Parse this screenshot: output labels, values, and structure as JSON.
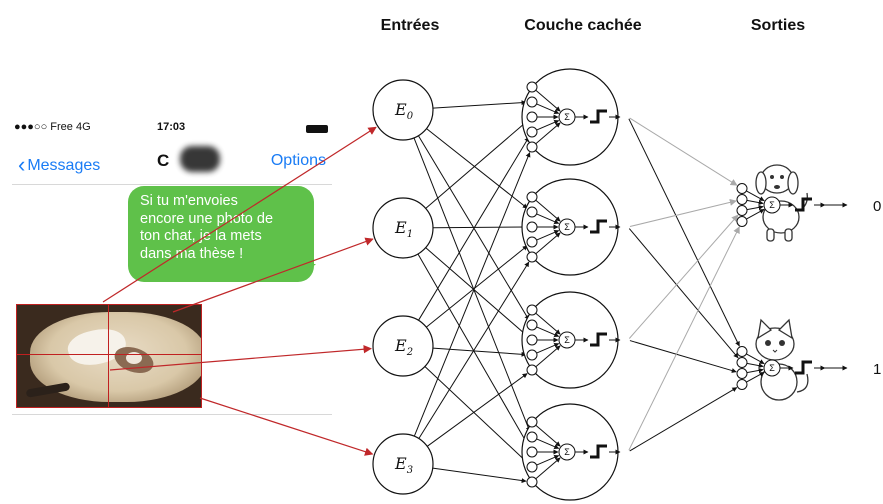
{
  "headers": {
    "inputs": "Entrées",
    "hidden": "Couche cachée",
    "outputs": "Sorties"
  },
  "phone": {
    "carrier": "●●●○○ Free  4G",
    "time": "17:03",
    "back_label": "Messages",
    "contact_name": "C",
    "options_label": "Options",
    "message_lines": [
      "Si tu m'envoies",
      "encore une photo de",
      "ton chat, je la mets",
      "dans ma thèse !"
    ]
  },
  "network": {
    "inputs": [
      {
        "base": "E",
        "index": "0"
      },
      {
        "base": "E",
        "index": "1"
      },
      {
        "base": "E",
        "index": "2"
      },
      {
        "base": "E",
        "index": "3"
      }
    ],
    "hidden_neurons": 4,
    "sum_symbol": "Σ",
    "outputs": [
      {
        "picture": "dog",
        "value": "0"
      },
      {
        "picture": "cat",
        "value": "1"
      }
    ]
  },
  "colors": {
    "arrow_red": "#c0282a",
    "bubble_green": "#5fc14a",
    "link_blue": "#1a7cf5",
    "weak_link_gray": "#a9a9a9"
  }
}
